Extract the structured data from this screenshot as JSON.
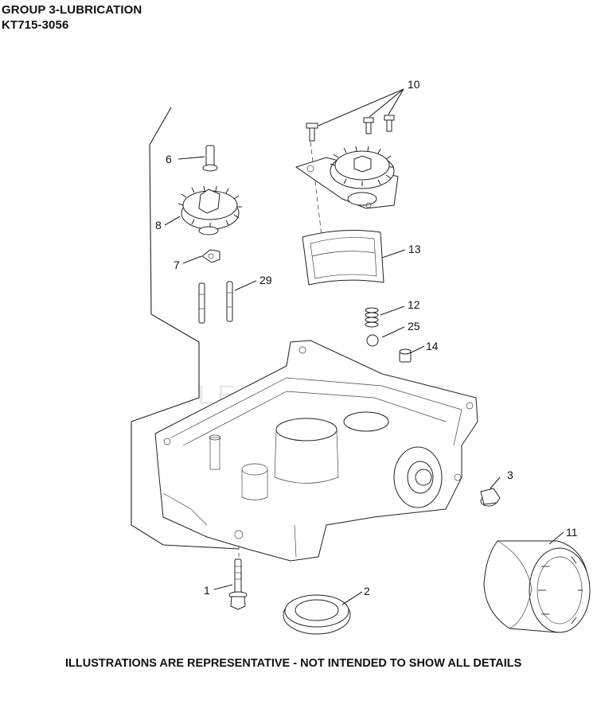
{
  "header": {
    "title": "GROUP 3-LUBRICATION",
    "model": "KT715-3056"
  },
  "footer": {
    "note": "ILLUSTRATIONS ARE REPRESENTATIVE - NOT INTENDED TO SHOW ALL DETAILS"
  },
  "watermark": "LEADVENTURE",
  "callouts": {
    "c1": "1",
    "c2": "2",
    "c3": "3",
    "c6": "6",
    "c7": "7",
    "c8": "8",
    "c10": "10",
    "c11": "11",
    "c12": "12",
    "c13": "13",
    "c14": "14",
    "c25": "25",
    "c29": "29"
  }
}
